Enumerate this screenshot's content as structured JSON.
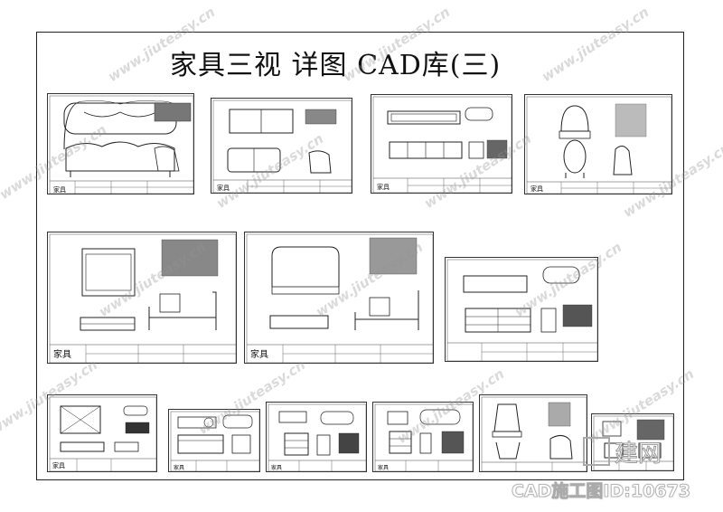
{
  "title": "家具三视 详图 CAD库(三)",
  "watermark_text": "www.jiuteasy.cn",
  "footer_watermark": "CAD施工图ID:10673",
  "stamp_logo": "建网",
  "sheet_brand": "家具",
  "sheets": [
    {
      "label": "sofa-sheet"
    },
    {
      "label": "loveseat-sheet"
    },
    {
      "label": "tv-cabinet-sheet"
    },
    {
      "label": "armchair-sheet"
    },
    {
      "label": "bed-sheet-1"
    },
    {
      "label": "bed-sheet-2"
    },
    {
      "label": "dresser-sheet"
    },
    {
      "label": "coffee-table-sheet"
    },
    {
      "label": "desk-sheet"
    },
    {
      "label": "chest-sheet-1"
    },
    {
      "label": "chest-sheet-2"
    },
    {
      "label": "lounge-chair-sheet"
    },
    {
      "label": "nightstand-sheet"
    }
  ]
}
